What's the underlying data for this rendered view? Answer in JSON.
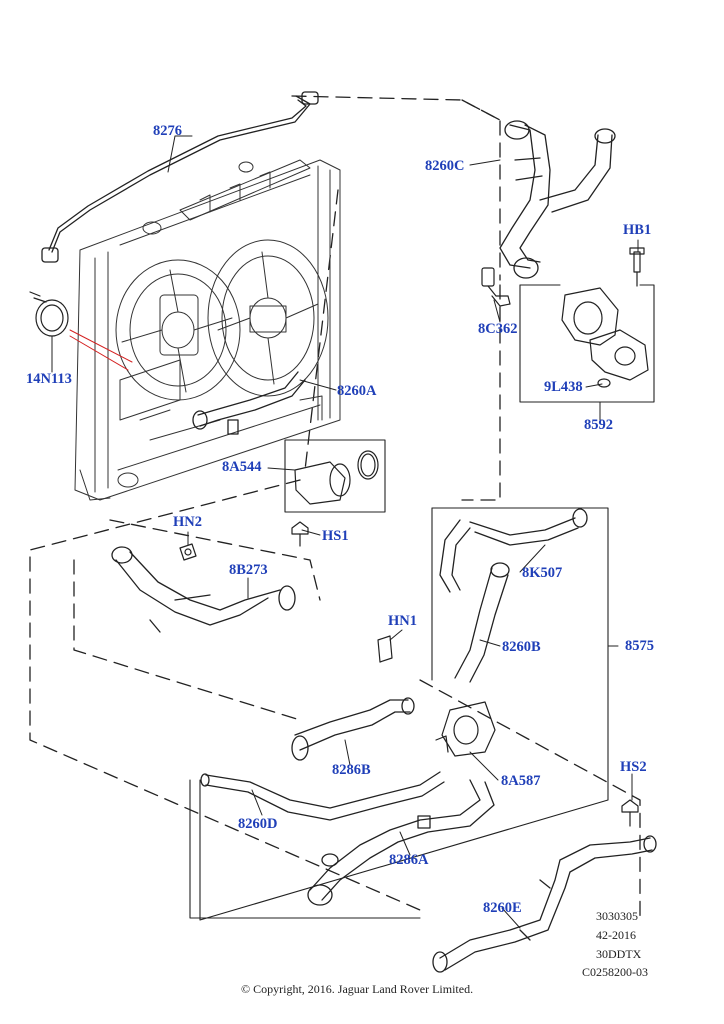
{
  "labels": {
    "p8276": "8276",
    "p8260C": "8260C",
    "pHB1": "HB1",
    "p8C362": "8C362",
    "p14N113": "14N113",
    "p8260A": "8260A",
    "p9L438": "9L438",
    "p8592": "8592",
    "p8A544": "8A544",
    "pHN2": "HN2",
    "pHS1": "HS1",
    "p8B273": "8B273",
    "p8K507": "8K507",
    "pHN1": "HN1",
    "p8260B": "8260B",
    "p8575": "8575",
    "p8286B": "8286B",
    "p8A587": "8A587",
    "pHS2": "HS2",
    "p8260D": "8260D",
    "p8286A": "8286A",
    "p8260E": "8260E"
  },
  "reference": {
    "line1": "3030305",
    "line2": "42-2016",
    "line3": "30DDTX",
    "line4": "C0258200-03"
  },
  "copyright": "© Copyright, 2016. Jaguar Land Rover Limited."
}
